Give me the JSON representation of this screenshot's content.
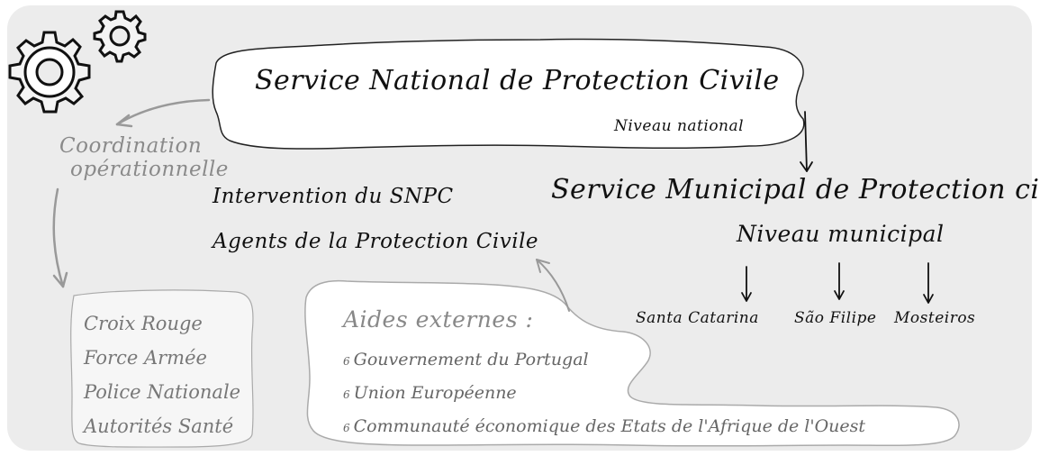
{
  "national": {
    "title": "Service National de Protection Civile",
    "level": "Niveau national"
  },
  "coordination": {
    "line1": "Coordination",
    "line2": "opérationnelle"
  },
  "snpc": {
    "intervention": "Intervention du SNPC",
    "agents": "Agents de la Protection Civile"
  },
  "municipal": {
    "title": "Service Municipal de Protection civile",
    "level": "Niveau municipal",
    "municipalities": [
      "Santa Catarina",
      "São Filipe",
      "Mosteiros"
    ]
  },
  "organizations": [
    "Croix Rouge",
    "Force Armée",
    "Police Nationale",
    "Autorités Santé"
  ],
  "external_aid": {
    "title": "Aides externes :",
    "bullet": "6",
    "items": [
      "Gouvernement du Portugal",
      "Union Européenne",
      "Communauté économique des Etats de l'Afrique de l'Ouest"
    ]
  },
  "icons": [
    "gears-icon"
  ],
  "colors": {
    "background": "#ececec",
    "cloud_fill": "#ffffff",
    "ink": "#111111",
    "muted_text": "#8a8a8a",
    "arrow_gray": "#999999"
  }
}
